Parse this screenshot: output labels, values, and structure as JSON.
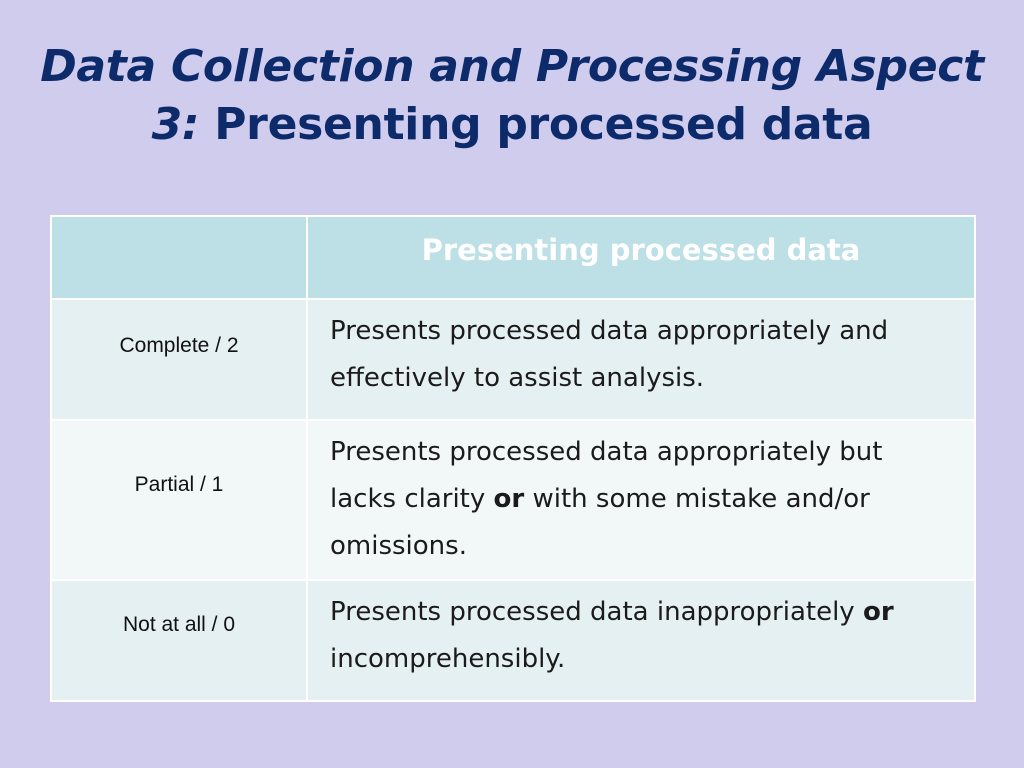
{
  "slide": {
    "title_line1": "Data Collection and Processing Aspect",
    "title_num": "3:",
    "title_rest": "Presenting processed data"
  },
  "table": {
    "header": "Presenting processed  data",
    "rows": [
      {
        "score": "Complete / 2",
        "desc_a": "Presents processed data appropriately and effectively to assist analysis."
      },
      {
        "score": "Partial / 1",
        "desc_a": "Presents processed data appropriately but lacks clarity ",
        "bold": "or",
        "desc_b": " with some mistake and/or omissions."
      },
      {
        "score": "Not at all / 0",
        "desc_a": "Presents processed data inappropriately ",
        "bold": "or",
        "desc_b": " incomprehensibly."
      }
    ]
  },
  "colors": {
    "background": "#d0ccee",
    "title": "#0d2a6b",
    "header_fill": "#bde0e6",
    "row_fill_a": "#e5f0f2",
    "row_fill_b": "#f2f7f8"
  }
}
